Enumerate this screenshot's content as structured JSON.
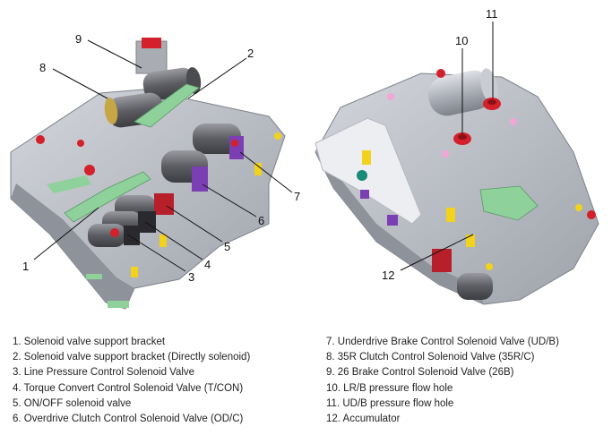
{
  "diagram": {
    "callouts": [
      "1",
      "2",
      "3",
      "4",
      "5",
      "6",
      "7",
      "8",
      "9",
      "10",
      "11",
      "12"
    ],
    "legend_left": [
      "1. Solenoid valve support bracket",
      "2. Solenoid valve support bracket (Directly solenoid)",
      "3. Line Pressure Control Solenoid Valve",
      "4. Torque Convert Control Solenoid Valve (T/CON)",
      "5. ON/OFF solenoid valve",
      "6. Overdrive Clutch Control Solenoid Valve (OD/C)"
    ],
    "legend_right": [
      "7. Underdrive Brake Control Solenoid Valve (UD/B)",
      "8. 35R Clutch Control Solenoid Valve (35R/C)",
      "9. 26 Brake Control Solenoid Valve (26B)",
      "10. LR/B pressure flow hole",
      "11. UD/B pressure flow hole",
      "12. Accumulator"
    ],
    "colors": {
      "body": "#b9bcc3",
      "body_dark": "#8d9199",
      "solenoid": "#5e5f63",
      "bracket": "#8fd19a",
      "red_port": "#d4202a",
      "yellow": "#f2d21b",
      "purple": "#7b3fb3",
      "line": "#111111"
    }
  }
}
